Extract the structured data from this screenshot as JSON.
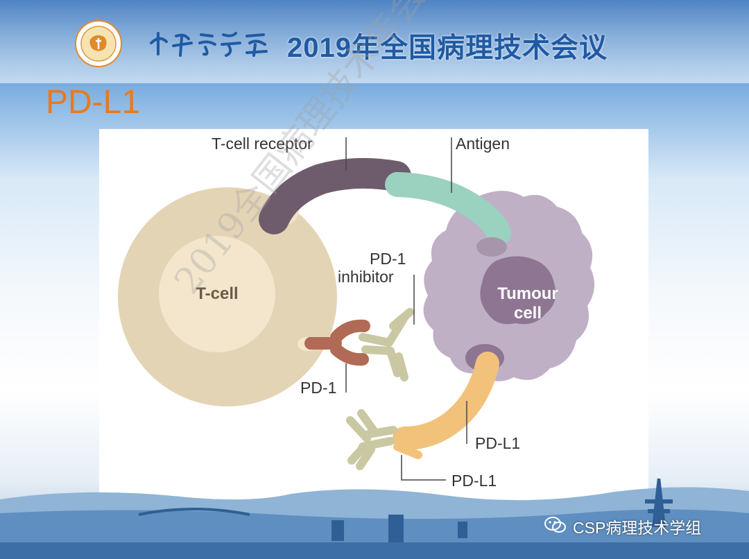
{
  "header": {
    "society_logo": "chinese-medical-association-logo",
    "society_calligraphy": "中華醫學會",
    "conference_title": "2019年全国病理技术会议"
  },
  "slide": {
    "title": "PD-L1"
  },
  "diagram": {
    "labels": {
      "t_cell_receptor": "T-cell receptor",
      "antigen": "Antigen",
      "pd1_inhibitor_line1": "PD-1",
      "pd1_inhibitor_line2": "inhibitor",
      "pd1": "PD-1",
      "pdl1_right": "PD-L1",
      "pdl1_bottom": "PD-L1",
      "t_cell": "T-cell",
      "tumour_line1": "Tumour",
      "tumour_line2": "cell"
    },
    "colors": {
      "t_cell_outer": "#e4d4b6",
      "t_cell_nucleus": "#f3e6cc",
      "tumour_cell": "#bfb0c5",
      "tumour_nucleus": "#8e7693",
      "tcr": "#6e5c6c",
      "antigen": "#9bd1bf",
      "pd1": "#b06a55",
      "pdl1": "#f2c27a",
      "antibody": "#c9c8a2"
    }
  },
  "watermark": {
    "text": "2019全国病理技术年会",
    "credit": "CSP病理技术学组",
    "credit_icon": "wechat-icon"
  }
}
